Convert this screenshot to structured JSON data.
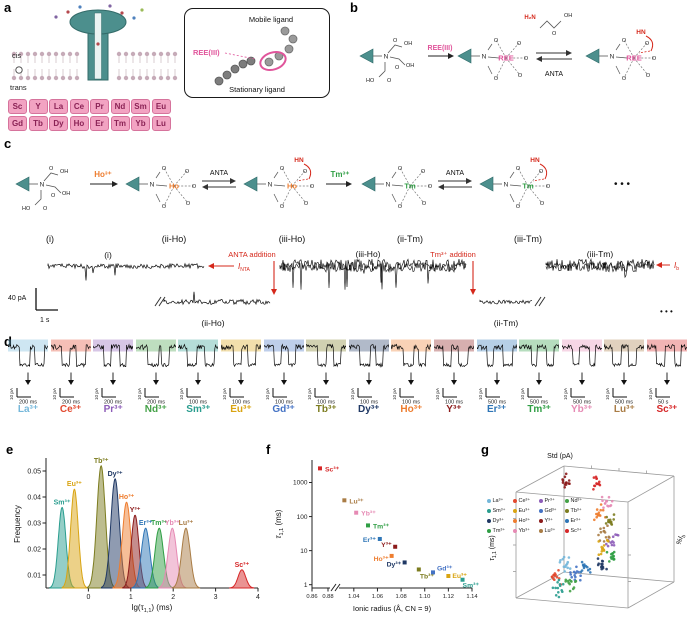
{
  "colors": {
    "teal": "#4c8f8d",
    "red": "#d5281b",
    "pink": "#e0559b",
    "dark": "#1a1a1a",
    "element_bg": "#f2a3c2",
    "element_border": "#d6739c",
    "element_text": "#8a2255"
  },
  "atoms": {
    "o": "O",
    "oh": "OH",
    "ho2": "HO",
    "n": "N",
    "hn": "HN",
    "h2n": "H₂N"
  },
  "panel_letters": {
    "a": "a",
    "b": "b",
    "c": "c",
    "d": "d",
    "e": "e",
    "f": "f",
    "g": "g"
  },
  "panel_a": {
    "cis": "cis",
    "trans": "trans",
    "inset": {
      "mobile": "Mobile ligand",
      "ree": "REE(III)",
      "stationary": "Stationary ligand"
    },
    "elements": [
      [
        "Sc",
        "Y",
        "La",
        "Ce",
        "Pr",
        "Nd",
        "Sm",
        "Eu"
      ],
      [
        "Gd",
        "Tb",
        "Dy",
        "Ho",
        "Er",
        "Tm",
        "Yb",
        "Lu"
      ]
    ]
  },
  "panel_b": {
    "ree_arrow": "REE(III)",
    "metal": "REE",
    "anta": "ANTA"
  },
  "panel_c": {
    "arrow1": "Ho³⁺",
    "arrow2": "ANTA",
    "arrow3": "Tm³⁺",
    "arrow4": "ANTA",
    "dots": "• • •",
    "metal_ho": "Ho",
    "metal_tm": "Tm",
    "struct_labels": [
      "(i)",
      "(ii-Ho)",
      "(iii-Ho)",
      "(ii-Tm)",
      "(iii-Tm)"
    ],
    "trace": {
      "seg_labels": [
        "(i)",
        "(ii-Ho)",
        "(iii-Ho)",
        "(ii-Tm)",
        "(iii-Tm)"
      ],
      "anta_addition": "ANTA addition",
      "tm_addition": "Tm³⁺ addition",
      "i_nta_base": "I",
      "i_nta_sub": "NTA",
      "i_b_base": "I",
      "i_b_sub": "b",
      "scale_y": "40 pA",
      "scale_x": "1 s",
      "dots": "• • •"
    }
  },
  "d_scale_current": "10 pA",
  "ions": [
    {
      "id": "La",
      "label": "La³⁺",
      "color": "#74b7da",
      "time": "200 ms"
    },
    {
      "id": "Ce",
      "label": "Ce³⁺",
      "color": "#e2492f",
      "time": "200 ms"
    },
    {
      "id": "Pr",
      "label": "Pr³⁺",
      "color": "#8d5cb8",
      "time": "200 ms"
    },
    {
      "id": "Nd",
      "label": "Nd³⁺",
      "color": "#44a147",
      "time": "200 ms"
    },
    {
      "id": "Sm",
      "label": "Sm³⁺",
      "color": "#2a9d8f",
      "time": "100 ms"
    },
    {
      "id": "Eu",
      "label": "Eu³⁺",
      "color": "#d9a412",
      "time": "100 ms"
    },
    {
      "id": "Gd",
      "label": "Gd³⁺",
      "color": "#4472c4",
      "time": "100 ms"
    },
    {
      "id": "Tb",
      "label": "Tb³⁺",
      "color": "#7c7c1f",
      "time": "100 ms"
    },
    {
      "id": "Dy",
      "label": "Dy³⁺",
      "color": "#1f3864",
      "time": "100 ms"
    },
    {
      "id": "Ho",
      "label": "Ho³⁺",
      "color": "#ee7d2f",
      "time": "100 ms"
    },
    {
      "id": "Y",
      "label": "Y³⁺",
      "color": "#8c1b1b",
      "time": "100 ms"
    },
    {
      "id": "Er",
      "label": "Er³⁺",
      "color": "#2e75b6",
      "time": "500 ms"
    },
    {
      "id": "Tm",
      "label": "Tm³⁺",
      "color": "#2f9e44",
      "time": "500 ms"
    },
    {
      "id": "Yb",
      "label": "Yb³⁺",
      "color": "#e68ab4",
      "time": "500 ms"
    },
    {
      "id": "Lu",
      "label": "Lu³⁺",
      "color": "#a97c45",
      "time": "500 ms"
    },
    {
      "id": "Sc",
      "label": "Sc³⁺",
      "color": "#d62728",
      "time": "50 s"
    }
  ],
  "chart_data": [
    {
      "id": "e",
      "type": "area",
      "ylabel": "Frequency",
      "xlabel_parts": [
        "lg(τ",
        "1,1",
        ") (ms)"
      ],
      "xlim": [
        -1,
        4
      ],
      "ylim": [
        0.005,
        0.055
      ],
      "xticks": [
        0,
        1,
        2,
        3,
        4
      ],
      "yticks": [
        0.01,
        0.02,
        0.03,
        0.04,
        0.05
      ],
      "peaks": [
        {
          "ion": "Sm",
          "center": -0.62,
          "height": 0.036,
          "sigma": 0.09
        },
        {
          "ion": "Eu",
          "center": -0.33,
          "height": 0.043,
          "sigma": 0.09
        },
        {
          "ion": "Tb",
          "center": 0.3,
          "height": 0.052,
          "sigma": 0.1
        },
        {
          "ion": "Dy",
          "center": 0.63,
          "height": 0.047,
          "sigma": 0.1
        },
        {
          "ion": "Ho",
          "center": 0.9,
          "height": 0.038,
          "sigma": 0.1
        },
        {
          "ion": "Y",
          "center": 1.1,
          "height": 0.033,
          "sigma": 0.09
        },
        {
          "ion": "Er",
          "center": 1.35,
          "height": 0.028,
          "sigma": 0.1
        },
        {
          "ion": "Tm",
          "center": 1.67,
          "height": 0.028,
          "sigma": 0.1
        },
        {
          "ion": "Yb",
          "center": 1.98,
          "height": 0.028,
          "sigma": 0.1
        },
        {
          "ion": "Lu",
          "center": 2.3,
          "height": 0.028,
          "sigma": 0.1
        },
        {
          "ion": "Sc",
          "center": 3.62,
          "height": 0.012,
          "sigma": 0.09
        }
      ]
    },
    {
      "id": "f",
      "type": "scatter",
      "xlabel": "Ionic radius (Å, CN = 9)",
      "ylabel_parts": [
        "τ",
        "1,1",
        " (ms)"
      ],
      "xticks": [
        0.86,
        0.88,
        1.04,
        1.06,
        1.08,
        1.1,
        1.12,
        1.14
      ],
      "yticks": [
        1,
        10,
        100,
        1000
      ],
      "points": [
        {
          "ion": "Sc",
          "x": 0.87,
          "y": 2600,
          "dx": 5,
          "dy": 3
        },
        {
          "ion": "Lu",
          "x": 1.032,
          "y": 300,
          "dx": 5,
          "dy": 3
        },
        {
          "ion": "Yb",
          "x": 1.042,
          "y": 130,
          "dx": 5,
          "dy": 3
        },
        {
          "ion": "Tm",
          "x": 1.052,
          "y": 55,
          "dx": 5,
          "dy": 3
        },
        {
          "ion": "Er",
          "x": 1.062,
          "y": 22,
          "dx": -17,
          "dy": 3
        },
        {
          "ion": "Y",
          "x": 1.075,
          "y": 13,
          "dx": -14,
          "dy": 0
        },
        {
          "ion": "Ho",
          "x": 1.072,
          "y": 7,
          "dx": -18,
          "dy": 5
        },
        {
          "ion": "Dy",
          "x": 1.083,
          "y": 4.5,
          "dx": -18,
          "dy": 4
        },
        {
          "ion": "Tb",
          "x": 1.095,
          "y": 2.8,
          "dx": 1,
          "dy": 9
        },
        {
          "ion": "Gd",
          "x": 1.107,
          "y": 2.3,
          "dx": 4,
          "dy": -2
        },
        {
          "ion": "Eu",
          "x": 1.12,
          "y": 1.8,
          "dx": 4,
          "dy": 2
        },
        {
          "ion": "Sm",
          "x": 1.132,
          "y": 1.4,
          "dx": 0,
          "dy": 8
        }
      ]
    },
    {
      "id": "g",
      "type": "scatter3d",
      "axis_top": "Std (pA)",
      "axis_right_parts": [
        "%I",
        "b"
      ],
      "axis_left_parts": [
        "τ",
        "1,1",
        " (ms)"
      ],
      "clusters": [
        {
          "ion": "Y",
          "u": 0.3,
          "v": 0.02
        },
        {
          "ion": "Sc",
          "u": 0.52,
          "v": 0.05
        },
        {
          "ion": "Yb",
          "u": 0.6,
          "v": 0.22
        },
        {
          "ion": "Ho",
          "u": 0.55,
          "v": 0.3
        },
        {
          "ion": "Tb",
          "u": 0.62,
          "v": 0.38
        },
        {
          "ion": "Lu",
          "u": 0.57,
          "v": 0.46
        },
        {
          "ion": "Pr",
          "u": 0.63,
          "v": 0.53
        },
        {
          "ion": "Eu",
          "u": 0.56,
          "v": 0.59
        },
        {
          "ion": "Tm",
          "u": 0.62,
          "v": 0.67
        },
        {
          "ion": "Dy",
          "u": 0.55,
          "v": 0.73
        },
        {
          "ion": "Er",
          "u": 0.44,
          "v": 0.75
        },
        {
          "ion": "Gd",
          "u": 0.37,
          "v": 0.81
        },
        {
          "ion": "La",
          "u": 0.29,
          "v": 0.72
        },
        {
          "ion": "Ce",
          "u": 0.23,
          "v": 0.83
        },
        {
          "ion": "Nd",
          "u": 0.33,
          "v": 0.88
        },
        {
          "ion": "Sm",
          "u": 0.25,
          "v": 0.94
        }
      ]
    }
  ]
}
